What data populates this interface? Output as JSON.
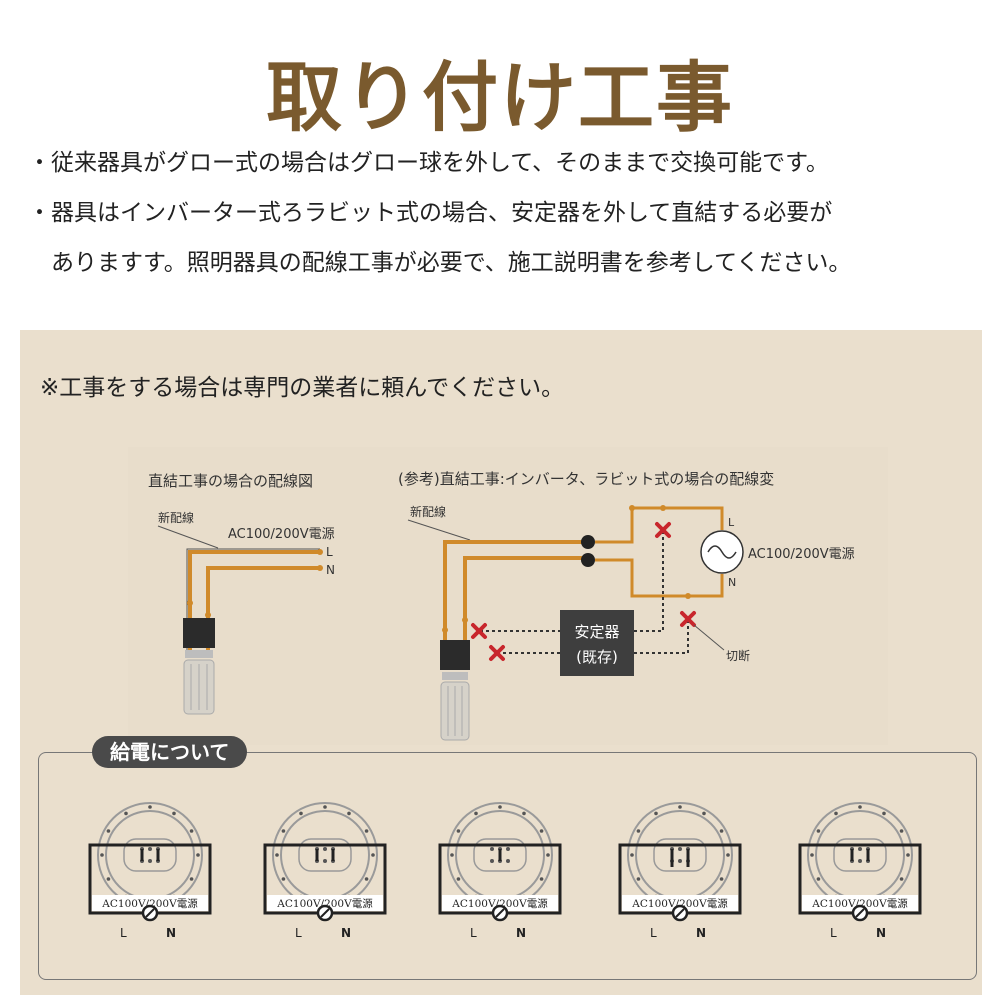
{
  "title": "取り付け工事",
  "notes": [
    "・従来器具がグロー式の場合はグロー球を外して、そのままで交換可能です。",
    "・器具はインバーター式ろラビット式の場合、安定器を外して直結する必要が",
    "　ありますす。照明器具の配線工事が必要で、施工説明書を参考してください。"
  ],
  "warning": "※工事をする場合は専門の業者に頼んでください。",
  "diagram_left": {
    "title": "直結工事の場合の配線図",
    "new_wiring": "新配線",
    "power_label": "AC100/200V電源",
    "l": "L",
    "n": "N"
  },
  "diagram_right": {
    "title": "(参考)直結工事:インバータ、ラビット式の場合の配線変",
    "new_wiring": "新配線",
    "power_label": "AC100/200V電源",
    "l": "L",
    "n": "N",
    "ballast_line1": "安定器",
    "ballast_line2": "(既存)",
    "cut_label": "切断"
  },
  "power_section": {
    "tag": "給電について",
    "units": [
      {
        "label": "AC100V/200V電源",
        "l": "L",
        "n": "N"
      },
      {
        "label": "AC100V/200V電源",
        "l": "L",
        "n": "N"
      },
      {
        "label": "AC100V/200V電源",
        "l": "L",
        "n": "N"
      },
      {
        "label": "AC100V/200V電源",
        "l": "L",
        "n": "N"
      },
      {
        "label": "AC100V/200V電源",
        "l": "L",
        "n": "N"
      }
    ]
  },
  "colors": {
    "title": "#7a5a2e",
    "panel": "#eadfcd",
    "wire_orange": "#d08a2a",
    "cross_red": "#c8262c",
    "ballast_bg": "#3e3e3e",
    "tag_bg": "#4a4a4a"
  }
}
